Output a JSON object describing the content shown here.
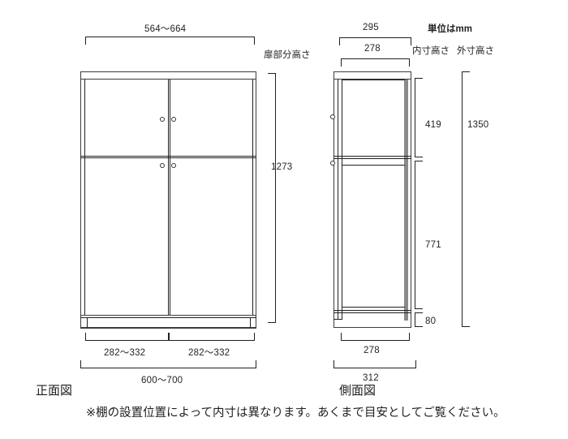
{
  "drawing": {
    "unit_note": "単位はmm",
    "footer_note": "※棚の設置位置によって内寸は異なります。あくまで目安としてご覧ください。"
  },
  "front_view": {
    "label": "正面図",
    "door_height_label": "扉部分高さ",
    "dimensions": {
      "top_inner_width": "564〜664",
      "door_height": "1273",
      "left_door_width": "282〜332",
      "right_door_width": "282〜332",
      "total_width": "600〜700"
    }
  },
  "side_view": {
    "label": "側面図",
    "inner_height_label": "内寸高さ",
    "outer_height_label": "外寸高さ",
    "dimensions": {
      "top_depth_outer": "295",
      "top_depth_inner": "278",
      "upper_inner_height": "419",
      "lower_inner_height": "771",
      "base_height": "80",
      "outer_height": "1350",
      "bottom_depth_inner": "278",
      "bottom_depth_outer": "312"
    }
  }
}
